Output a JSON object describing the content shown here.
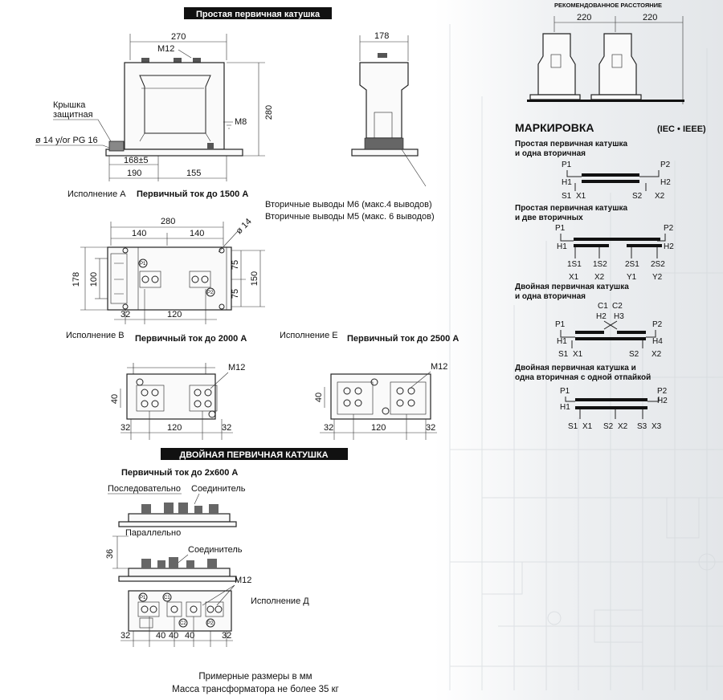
{
  "titles": {
    "simple_primary": "Простая первичная катушка",
    "double_primary": "ДВОЙНАЯ ПЕРВИЧНАЯ КАТУШКА",
    "recommended_distance": "РЕКОМЕНДОВАННОЕ РАССТОЯНИЕ",
    "marking": "МАРКИРОВКА",
    "standard": "(IEC • IEEE)"
  },
  "view_a": {
    "dim_width": "270",
    "dim_depth": "178",
    "dim_height": "280",
    "bolt": "M12",
    "ground": "M8",
    "cover_label_1": "Крышка",
    "cover_label_2": "защитная",
    "cable_entry": "ø 14 y/or PG 16",
    "dim_168": "168±5",
    "dim_190": "190",
    "dim_155": "155",
    "version": "Исполнение А",
    "current": "Первичный ток до 1500 А",
    "secondary_m6": "Вторичные выводы М6 (макс.4 выводов)",
    "secondary_m5": "Вторичные выводы М5 (макс. 6 выводов)"
  },
  "plan_b": {
    "dim_280": "280",
    "dim_140a": "140",
    "dim_140b": "140",
    "dim_178": "178",
    "dim_100": "100",
    "dim_75a": "75",
    "dim_75b": "75",
    "dim_150": "150",
    "dim_32": "32",
    "dim_120": "120",
    "hole": "ø 14",
    "p1": "P1",
    "p2": "P2",
    "version": "Исполнение В",
    "current": "Первичный ток до 2000 А"
  },
  "view_b_term": {
    "bolt": "M12",
    "dim_40": "40",
    "dim_32a": "32",
    "dim_120": "120",
    "dim_32b": "32"
  },
  "view_e": {
    "version": "Исполнение Е",
    "current": "Первичный ток до 2500 А",
    "bolt": "M12",
    "dim_40": "40",
    "dim_32a": "32",
    "dim_120": "120",
    "dim_32b": "32"
  },
  "view_d": {
    "current": "Первичный ток до 2x600 А",
    "series": "Последовательно",
    "connector1": "Соединитель",
    "parallel": "Параллельно",
    "connector2": "Соединитель",
    "dim_36": "36",
    "bolt": "M12",
    "version": "Исполнение Д",
    "p1": "P1",
    "c1": "C1",
    "c2": "C2",
    "p2": "P2",
    "dim_32a": "32",
    "dim_40a": "40",
    "dim_40b": "40",
    "dim_40c": "40",
    "dim_32b": "32"
  },
  "recommended": {
    "dim_1": "220",
    "dim_2": "220"
  },
  "marking": {
    "m1_title_1": "Простая первичная катушка",
    "m1_title_2": "и одна вторичная",
    "m1": {
      "p1": "P1",
      "p2": "P2",
      "h1": "H1",
      "h2": "H2",
      "s1": "S1",
      "x1": "X1",
      "s2": "S2",
      "x2": "X2"
    },
    "m2_title_1": "Простая первичная катушка",
    "m2_title_2": "и две вторичных",
    "m2": {
      "p1": "P1",
      "p2": "P2",
      "h1": "H1",
      "h2": "H2",
      "a": "1S1",
      "b": "1S2",
      "c": "2S1",
      "d": "2S2",
      "e": "X1",
      "f": "X2",
      "g": "Y1",
      "h": "Y2"
    },
    "m3_title_1": "Двойная первичная катушка",
    "m3_title_2": "и одна вторичная",
    "m3": {
      "c1": "C1",
      "c2": "C2",
      "h2": "H2",
      "h3": "H3",
      "p1": "P1",
      "p2": "P2",
      "h1": "H1",
      "h4": "H4",
      "s1": "S1",
      "x1": "X1",
      "s2": "S2",
      "x2": "X2"
    },
    "m4_title_1": "Двойная первичная катушка и",
    "m4_title_2": "одна вторичная с одной отпайкой",
    "m4": {
      "p1": "P1",
      "p2": "P2",
      "h1": "H1",
      "h2": "H2",
      "s1": "S1",
      "x1": "X1",
      "s2": "S2",
      "x2": "X2",
      "s3": "S3",
      "x3": "X3"
    }
  },
  "footer": {
    "line1": "Примерные размеры в мм",
    "line2": "Масса трансформатора не более 35 кг"
  }
}
